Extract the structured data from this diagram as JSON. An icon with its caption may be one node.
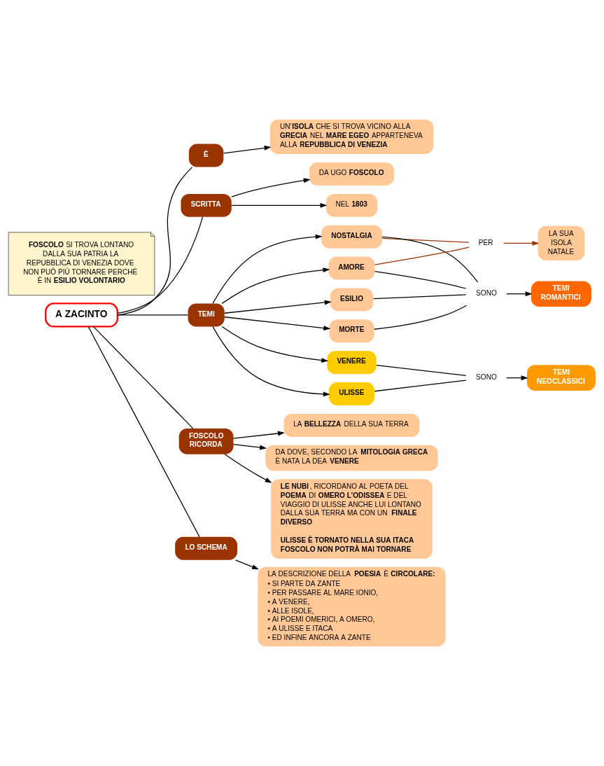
{
  "diagram": {
    "nodes": [
      {
        "text": [
          "A ZACINTO"
        ]
      },
      {
        "text": [
          "È"
        ]
      },
      {
        "text": [
          "UN'**ISOLA** CHE SI TROVA VICINO ALLA **GRECIA** NEL **MARE EGEO** APPARTENEVA ALLA **REPUBBLICA DI VENEZIA**"
        ]
      },
      {
        "text": [
          "SCRITTA"
        ]
      },
      {
        "text": [
          "DA UGO **FOSCOLO**"
        ]
      },
      {
        "text": [
          "NEL **1803**"
        ]
      },
      {
        "text": [
          "TEMI"
        ]
      },
      {
        "text": [
          "NOSTALGIA"
        ]
      },
      {
        "text": [
          "AMORE"
        ]
      },
      {
        "text": [
          "ESILIO"
        ]
      },
      {
        "text": [
          "MORTE"
        ]
      },
      {
        "text": [
          "VENERE"
        ]
      },
      {
        "text": [
          "ULISSE"
        ]
      },
      {
        "text": [
          "PER"
        ]
      },
      {
        "text": [
          "LA SUA ISOLA NATALE"
        ]
      },
      {
        "text": [
          "SONO"
        ]
      },
      {
        "text": [
          "TEMI ROMANTICI"
        ]
      },
      {
        "text": [
          "SONO"
        ]
      },
      {
        "text": [
          "TEMI NEOCLASSICI"
        ]
      },
      {
        "text": [
          "FOSCOLO RICORDA"
        ]
      },
      {
        "text": [
          "LA **BELLEZZA** DELLA SUA TERRA"
        ]
      },
      {
        "text": [
          "DA DOVE, SECONDO LA **MITOLOGIA GRECA** È NATA LA DEA **VENERE**"
        ]
      },
      {
        "text": [
          "**LE NUBI**, RICORDANO AL POETA DEL **POEMA** DI **OMERO L'ODISSEA** E DEL VIAGGIO DI ULISSE ANCHE LUI LONTANO DALLA SUA TERRA MA CON UN **FINALE DIVERSO**",
          "**ULISSE È TORNATO NELLA SUA ITACA FOSCOLO NON POTRÀ MAI TORNARE**"
        ]
      },
      {
        "text": [
          "LO SCHEMA"
        ]
      },
      {
        "text": [
          "LA DESCRIZIONE DELLA **POESIA** È **CIRCOLARE:**",
          "• SI PARTE DA ZANTE",
          "• PER PASSARE AL MARE IONIO,",
          "• A VENERE,",
          "• ALLE ISOLE,",
          "• AI POEMI OMERICI, A OMERO,",
          "• A ULISSE E ITACA",
          "• ED INFINE ANCORA A ZANTE"
        ]
      },
      {
        "text": [
          "**FOSCOLO** SI TROVA LONTANO DALLA SUA PATRIA LA REPUBBLICA DI VENEZIA DOVE NON PUÒ PIÙ TORNARE PERCHÉ È IN **ESILIO VOLONTARIO**"
        ]
      }
    ],
    "edges": [
      {
        "from": 0,
        "to": 1,
        "arrow": "none"
      },
      {
        "from": 0,
        "to": 3,
        "arrow": "none"
      },
      {
        "from": 0,
        "to": 6,
        "arrow": "none"
      },
      {
        "from": 0,
        "to": 19,
        "arrow": "none"
      },
      {
        "from": 0,
        "to": 23,
        "arrow": "none"
      },
      {
        "from": 1,
        "to": 2,
        "arrow": "to"
      },
      {
        "from": 3,
        "to": 4,
        "arrow": "to"
      },
      {
        "from": 3,
        "to": 5,
        "arrow": "to"
      },
      {
        "from": 6,
        "to": 7,
        "arrow": "to"
      },
      {
        "from": 6,
        "to": 8,
        "arrow": "to"
      },
      {
        "from": 6,
        "to": 9,
        "arrow": "to"
      },
      {
        "from": 6,
        "to": 10,
        "arrow": "to"
      },
      {
        "from": 6,
        "to": 11,
        "arrow": "to"
      },
      {
        "from": 6,
        "to": 12,
        "arrow": "to"
      },
      {
        "from": 7,
        "to": 13,
        "arrow": "none",
        "color": "#993300"
      },
      {
        "from": 8,
        "to": 13,
        "arrow": "none",
        "color": "#993300"
      },
      {
        "from": 13,
        "to": 14,
        "arrow": "to",
        "color": "#993300"
      },
      {
        "from": 7,
        "to": 15,
        "arrow": "none"
      },
      {
        "from": 8,
        "to": 15,
        "arrow": "none"
      },
      {
        "from": 9,
        "to": 15,
        "arrow": "none"
      },
      {
        "from": 10,
        "to": 15,
        "arrow": "none"
      },
      {
        "from": 15,
        "to": 16,
        "arrow": "to"
      },
      {
        "from": 11,
        "to": 17,
        "arrow": "none"
      },
      {
        "from": 12,
        "to": 17,
        "arrow": "none"
      },
      {
        "from": 17,
        "to": 18,
        "arrow": "to"
      },
      {
        "from": 19,
        "to": 20,
        "arrow": "to"
      },
      {
        "from": 19,
        "to": 21,
        "arrow": "to"
      },
      {
        "from": 19,
        "to": 22,
        "arrow": "to"
      },
      {
        "from": 23,
        "to": 24,
        "arrow": "to"
      }
    ]
  }
}
